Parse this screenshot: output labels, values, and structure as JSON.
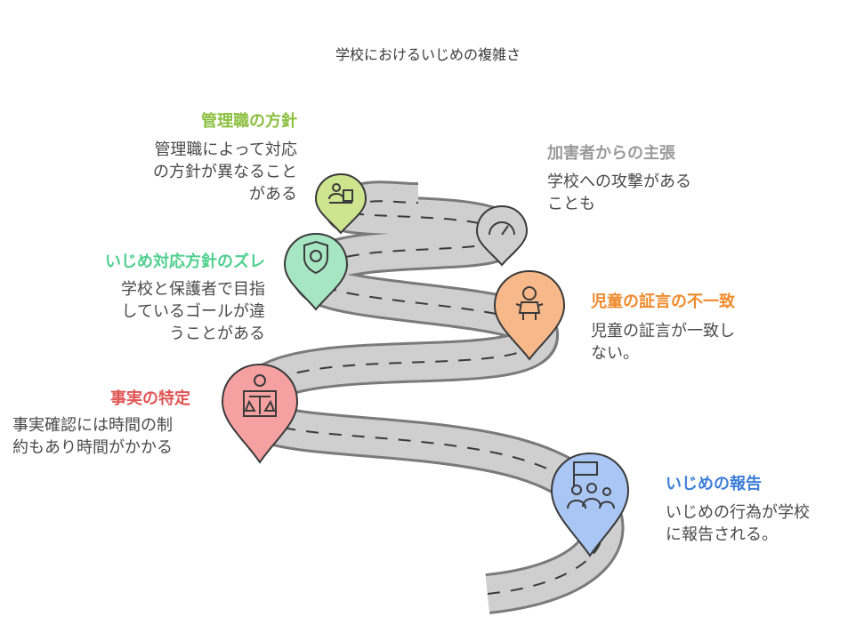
{
  "title": "学校におけるいじめの複雑さ",
  "stages": {
    "management": {
      "heading": "管理職の方針",
      "desc_lines": [
        "管理職によって対応",
        "の方針が異なること",
        "がある"
      ],
      "color": "#8cbf3f",
      "icon": "user-with-clipboard-icon"
    },
    "aggressor": {
      "heading": "加害者からの主張",
      "desc_lines": [
        "学校への攻撃がある",
        "ことも"
      ],
      "color": "#9a9a9a",
      "icon": "speedometer-icon"
    },
    "gap": {
      "heading": "いじめ対応方針のズレ",
      "desc_lines": [
        "学校と保護者で目指",
        "しているゴールが違",
        "うことがある"
      ],
      "color": "#4fcf8f",
      "icon": "shield-face-icon"
    },
    "testimony": {
      "heading": "児童の証言の不一致",
      "desc_lines": [
        "児童の証言が一致し",
        "ない。"
      ],
      "color": "#ef8a2d",
      "icon": "child-icon"
    },
    "facts": {
      "heading": "事実の特定",
      "desc_lines": [
        "事実確認には時間の制",
        "約もあり時間がかかる"
      ],
      "color": "#e05555",
      "icon": "judge-scales-icon"
    },
    "report": {
      "heading": "いじめの報告",
      "desc_lines": [
        "いじめの行為が学校",
        "に報告される。"
      ],
      "color": "#3f7fd9",
      "icon": "flag-people-icon"
    }
  }
}
